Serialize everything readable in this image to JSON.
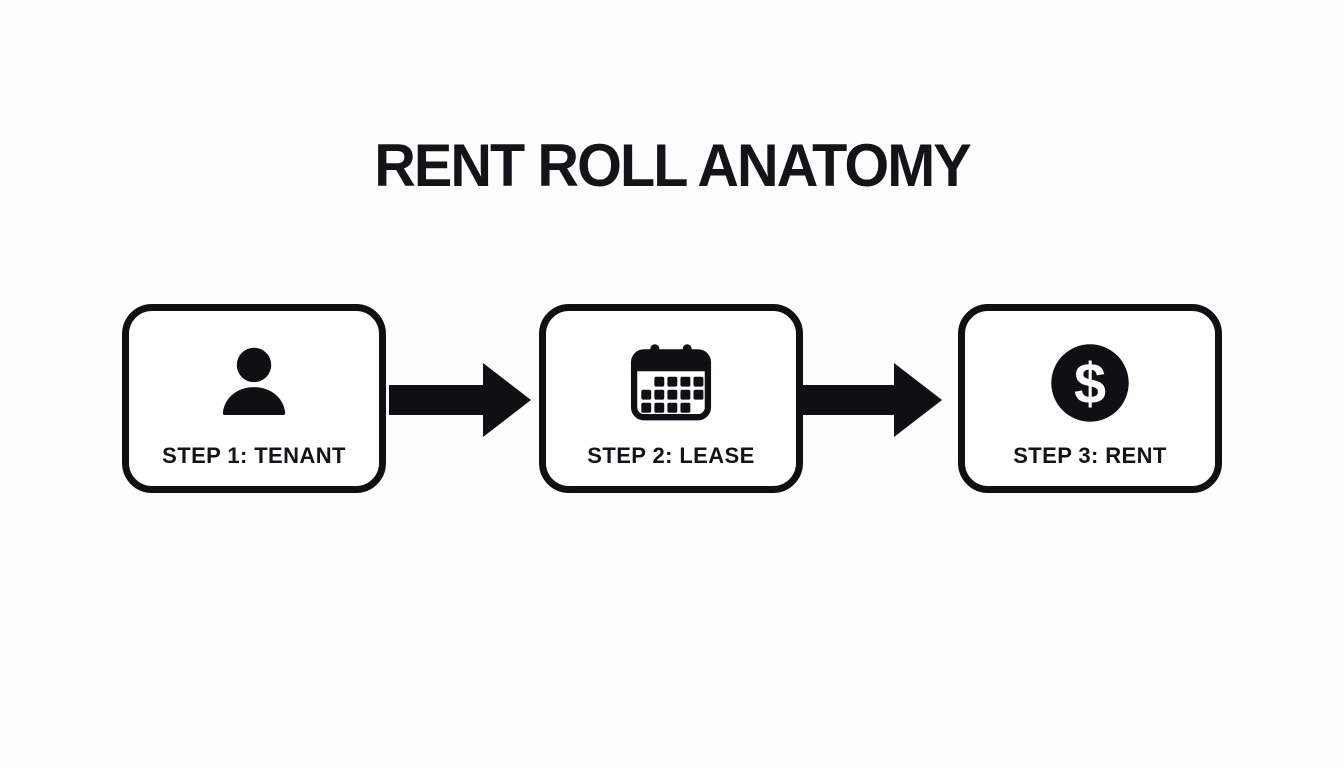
{
  "title": "RENT ROLL ANATOMY",
  "colors": {
    "ink": "#101014",
    "background": "#fdfdfd",
    "box_fill": "#ffffff",
    "dollar_glyph": "#ffffff"
  },
  "steps": [
    {
      "label": "STEP 1: TENANT",
      "icon": "person-icon"
    },
    {
      "label": "STEP 2: LEASE",
      "icon": "calendar-icon"
    },
    {
      "label": "STEP 3: RENT",
      "icon": "dollar-circle-icon"
    }
  ],
  "connectors": [
    {
      "type": "arrow-right"
    },
    {
      "type": "arrow-right"
    }
  ]
}
